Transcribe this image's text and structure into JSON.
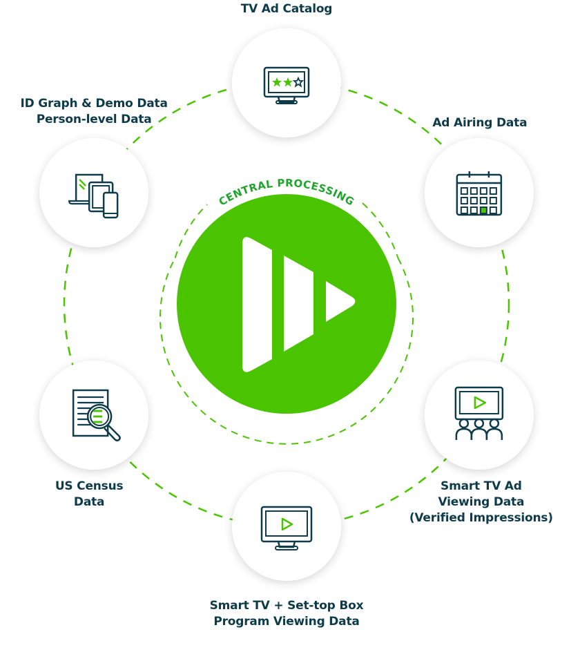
{
  "center": {
    "title": "CENTRAL PROCESSING",
    "logo_icon": "play-forward-logo-icon"
  },
  "colors": {
    "accent_green": "#4bc400",
    "title_green": "#1fa52b",
    "dark_teal": "#0d3b4a",
    "dash_green": "#4bc400"
  },
  "nodes": [
    {
      "id": "tv-ad-catalog",
      "icon": "monitor-stars-icon",
      "lines": [
        "TV Ad Catalog"
      ]
    },
    {
      "id": "ad-airing-data",
      "icon": "calendar-icon",
      "lines": [
        "Ad Airing Data"
      ]
    },
    {
      "id": "smart-tv-ad-viewing",
      "icon": "audience-screen-icon",
      "lines": [
        "Smart TV Ad",
        "Viewing Data",
        "(Verified Impressions)"
      ]
    },
    {
      "id": "program-viewing",
      "icon": "tv-play-icon",
      "lines": [
        "Smart TV + Set-top Box",
        "Program Viewing Data"
      ]
    },
    {
      "id": "us-census",
      "icon": "document-search-icon",
      "lines": [
        "US Census",
        "Data"
      ]
    },
    {
      "id": "id-graph",
      "icon": "devices-icon",
      "lines": [
        "ID Graph & Demo Data",
        "Person-level Data"
      ]
    }
  ]
}
